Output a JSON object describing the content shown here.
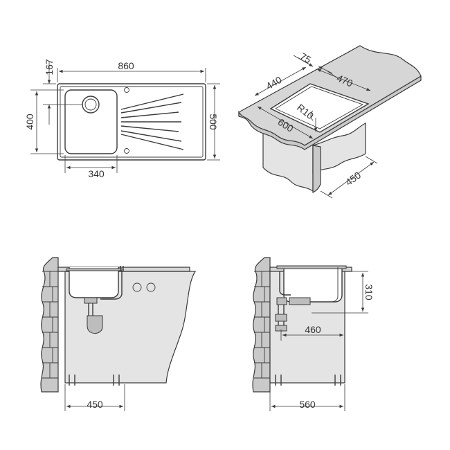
{
  "dimensions": {
    "top_width": "860",
    "top_offset": "167",
    "bowl_height": "400",
    "overall_height": "500",
    "bowl_width": "340",
    "corner_75": "75",
    "corner_440": "440",
    "corner_470": "470",
    "corner_radius": "R10",
    "corner_600": "600",
    "corner_450": "450",
    "front_cabinet": "450",
    "side_460": "460",
    "side_310": "310",
    "side_cabinet": "560"
  }
}
